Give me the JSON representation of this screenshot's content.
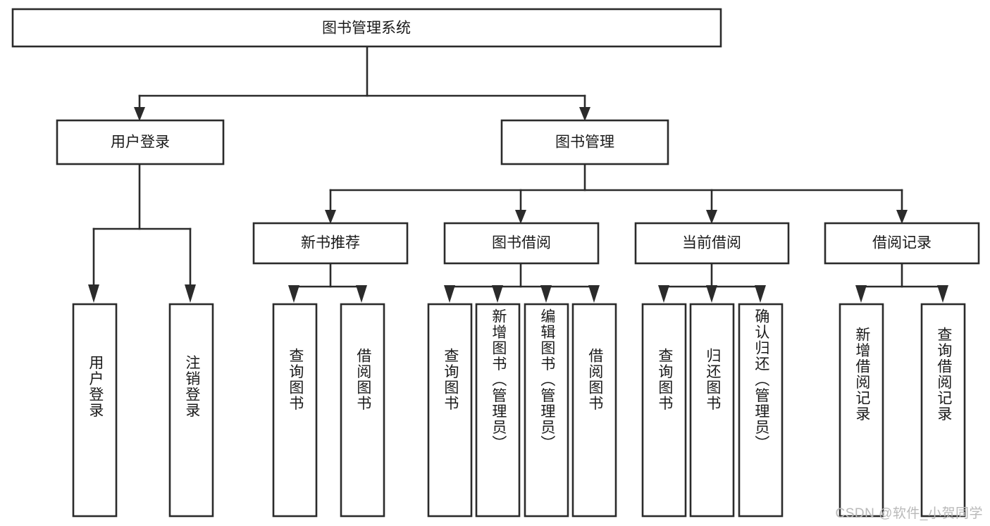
{
  "diagram": {
    "type": "tree-hierarchy-chart",
    "title": "图书管理系统",
    "watermark": "CSDN @软件_小贺同学",
    "colors": {
      "background": "#ffffff",
      "stroke": "#2b2b2b",
      "text": "#1a1a1a",
      "watermark": "#b9b9b9"
    },
    "root": {
      "label": "图书管理系统"
    },
    "level2": [
      {
        "label": "用户登录"
      },
      {
        "label": "图书管理"
      }
    ],
    "level3": [
      {
        "label": "新书推荐"
      },
      {
        "label": "图书借阅"
      },
      {
        "label": "当前借阅"
      },
      {
        "label": "借阅记录"
      }
    ],
    "leaves": {
      "user_login": [
        {
          "label": "用户登录"
        },
        {
          "label": "注销登录"
        }
      ],
      "new_book_recommend": [
        {
          "label": "查询图书"
        },
        {
          "label": "借阅图书"
        }
      ],
      "book_borrow": [
        {
          "label": "查询图书"
        },
        {
          "label": "新增图书（管理员）"
        },
        {
          "label": "编辑图书（管理员）"
        },
        {
          "label": "借阅图书"
        }
      ],
      "current_borrow": [
        {
          "label": "查询图书"
        },
        {
          "label": "归还图书"
        },
        {
          "label": "确认归还（管理员）"
        }
      ],
      "borrow_record": [
        {
          "label": "新增借阅记录"
        },
        {
          "label": "查询借阅记录"
        }
      ]
    }
  }
}
